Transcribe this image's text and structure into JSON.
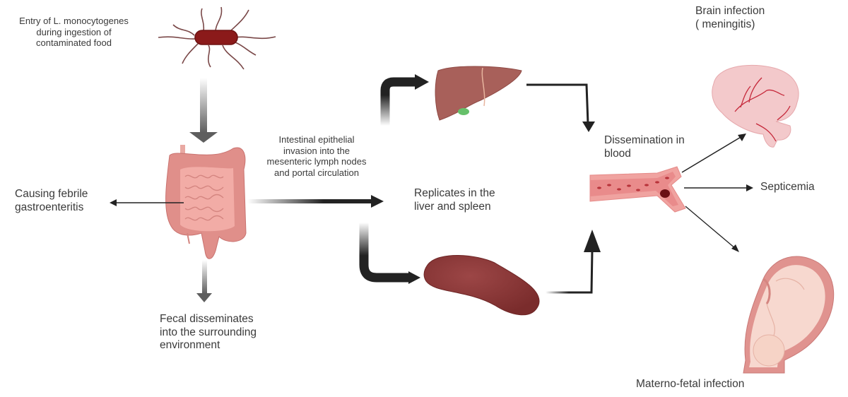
{
  "diagram": {
    "title": "Listeria monocytogenes infection pathway",
    "nodes": {
      "entry": {
        "label": "Entry of L. monocytogenes during ingestion of contaminated food",
        "lines": [
          "Entry of L. monocytogenes",
          "during ingestion of",
          "contaminated food"
        ],
        "icon": "bacterium-icon"
      },
      "intestine": {
        "icon": "intestine-icon"
      },
      "gastro": {
        "lines": [
          "Causing febrile",
          "gastroenteritis"
        ]
      },
      "fecal": {
        "lines": [
          "Fecal disseminates",
          "into the surrounding",
          "environment"
        ]
      },
      "invasion": {
        "lines": [
          "Intestinal epithelial",
          "invasion into the",
          "mesenteric lymph nodes",
          "and portal circulation"
        ]
      },
      "replicates": {
        "lines": [
          "Replicates in the",
          "liver and spleen"
        ]
      },
      "liver": {
        "icon": "liver-icon"
      },
      "spleen": {
        "icon": "spleen-icon"
      },
      "blood": {
        "lines": [
          "Dissemination in",
          "blood"
        ],
        "icon": "blood-vessel-icon"
      },
      "brain": {
        "lines": [
          "Brain infection",
          "( meningitis)"
        ],
        "icon": "brain-icon"
      },
      "septicemia": {
        "lines": [
          "Septicemia"
        ]
      },
      "fetal": {
        "lines": [
          "Materno-fetal infection"
        ],
        "icon": "fetus-icon"
      }
    },
    "edges": [
      {
        "from": "entry",
        "to": "intestine"
      },
      {
        "from": "intestine",
        "to": "gastro"
      },
      {
        "from": "intestine",
        "to": "fecal"
      },
      {
        "from": "intestine",
        "to": "replicates",
        "label": "invasion"
      },
      {
        "from": "replicates",
        "to": "liver"
      },
      {
        "from": "replicates",
        "to": "spleen"
      },
      {
        "from": "liver",
        "to": "blood"
      },
      {
        "from": "spleen",
        "to": "blood"
      },
      {
        "from": "blood",
        "to": "brain"
      },
      {
        "from": "blood",
        "to": "septicemia"
      },
      {
        "from": "blood",
        "to": "fetal"
      }
    ],
    "colors": {
      "bacterium": "#8b1a1a",
      "intestine": "#e79a96",
      "liver": "#a8605a",
      "spleen": "#8e3b3b",
      "brain": "#f3c9cb",
      "vessel": "#e98b8b",
      "arrow_dark": "#222222",
      "arrow_grey": "#6b6b6b",
      "text": "#3a3a3a"
    }
  }
}
